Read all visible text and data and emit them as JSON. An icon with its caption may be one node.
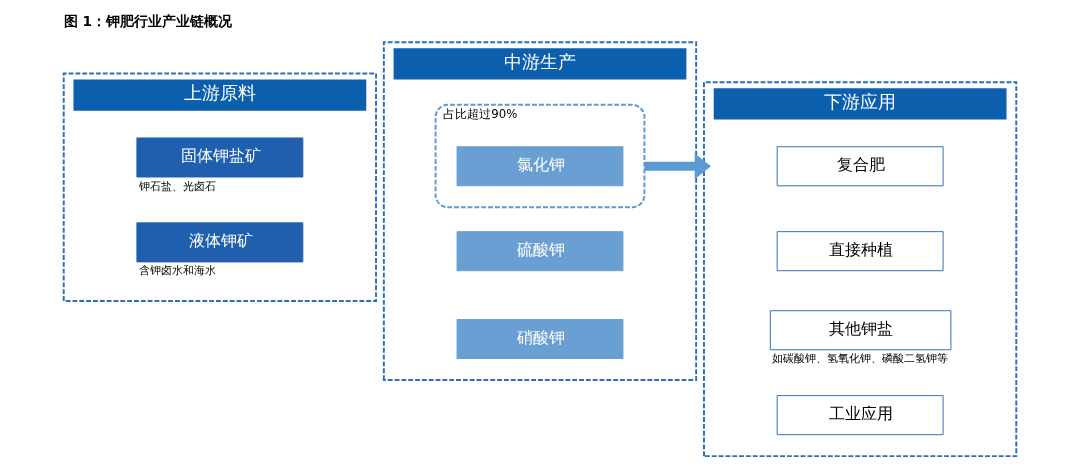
{
  "diagram": {
    "title": "图 1：钾肥行业产业链概况",
    "nodes": [
      {
        "text": [
          "上游原料"
        ]
      },
      {
        "text": [
          "固体钾盐矿"
        ],
        "in": 0,
        "beside": [
          "钾石盐、光卤石"
        ]
      },
      {
        "text": [
          "液体钾矿"
        ],
        "in": 0,
        "beside": [
          "含钾卤水和海水"
        ]
      },
      {
        "text": [
          "中游生产"
        ]
      },
      {
        "text": [
          "占比超过90%"
        ],
        "in": 3
      },
      {
        "text": [
          "氯化钾"
        ],
        "in": 4
      },
      {
        "text": [
          "硫酸钾"
        ],
        "in": 3
      },
      {
        "text": [
          "硝酸钾"
        ],
        "in": 3
      },
      {
        "text": [
          "下游应用"
        ]
      },
      {
        "text": [
          "复合肥"
        ],
        "in": 8
      },
      {
        "text": [
          "直接种植"
        ],
        "in": 8
      },
      {
        "text": [
          "其他钾盐"
        ],
        "in": 8,
        "beside": [
          "如碳酸钾、氢氧化钾、磷酸二氢钾等"
        ]
      },
      {
        "text": [
          "工业应用"
        ],
        "in": 8
      }
    ],
    "edges": [
      {
        "from": 4,
        "to": 8,
        "arrow": "to",
        "color": "#5b9bd5"
      }
    ]
  }
}
